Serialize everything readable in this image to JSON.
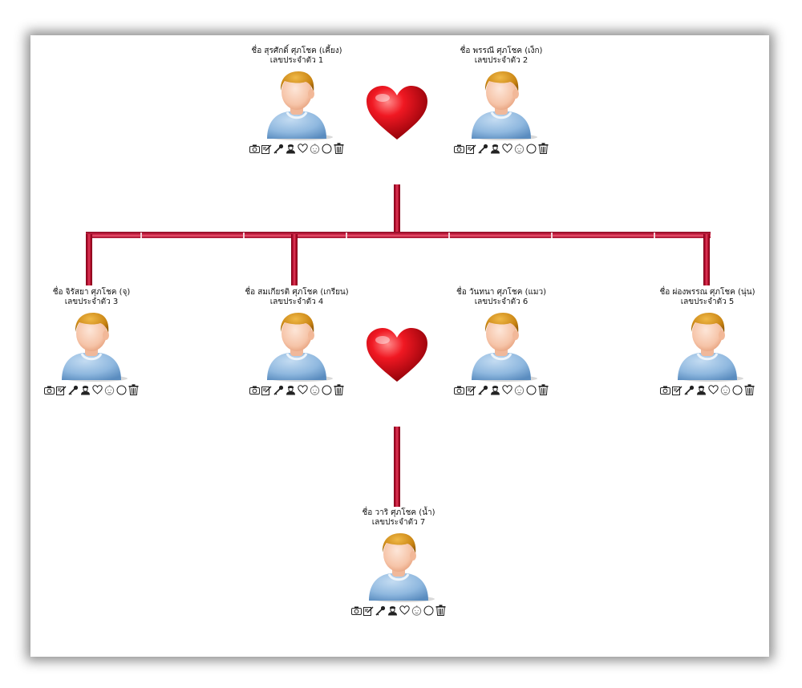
{
  "people": [
    {
      "id": "p1",
      "name": "ชื่อ สุรศักดิ์ ศุภโชค (เคี้ยง)",
      "code": "เลขประจำตัว 1"
    },
    {
      "id": "p2",
      "name": "ชื่อ พรรณี ศุภโชค (เง็ก)",
      "code": "เลขประจำตัว 2"
    },
    {
      "id": "p3",
      "name": "ชื่อ จิรัสยา ศุภโชค (จุ)",
      "code": "เลขประจำตัว 3"
    },
    {
      "id": "p4",
      "name": "ชื่อ สมเกียรติ ศุภโชค (เกรียน)",
      "code": "เลขประจำตัว 4"
    },
    {
      "id": "p6",
      "name": "ชื่อ วันทนา ศุภโชค (แมว)",
      "code": "เลขประจำตัว 6"
    },
    {
      "id": "p5",
      "name": "ชื่อ ผ่องพรรณ ศุภโชค (นุ่น)",
      "code": "เลขประจำตัว 5"
    },
    {
      "id": "p7",
      "name": "ชื่อ วาริ ศุภโชค (น้ำ)",
      "code": "เลขประจำตัว 7"
    }
  ],
  "tool_icons": [
    "camera-icon",
    "edit-icon",
    "key-icon",
    "user-icon",
    "heart-outline-icon",
    "baby-icon",
    "circle-icon",
    "trash-icon"
  ],
  "colors": {
    "connector": "#b8102f",
    "heart": "#e0101a"
  }
}
